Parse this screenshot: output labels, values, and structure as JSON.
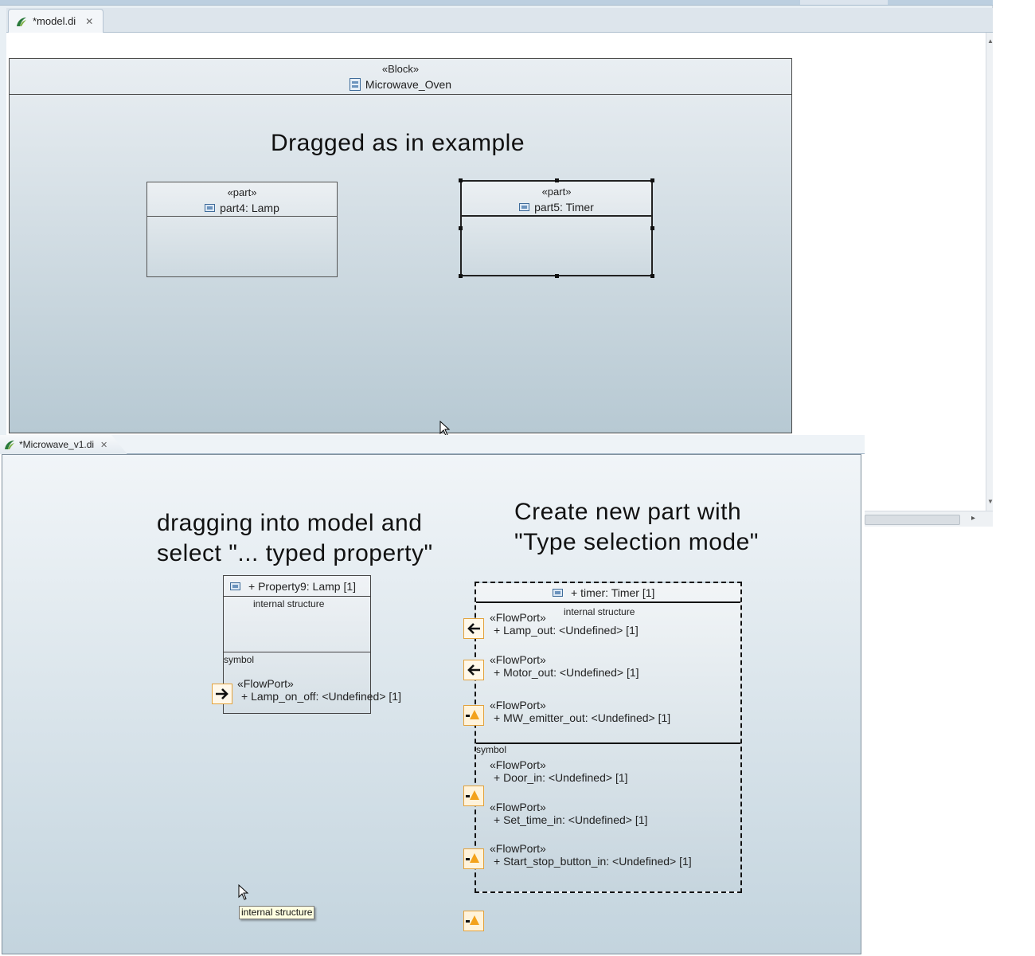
{
  "top_editor": {
    "tab_label": "*model.di",
    "block": {
      "stereotype": "«Block»",
      "name": "Microwave_Oven"
    },
    "annotation": "Dragged as in example",
    "parts": [
      {
        "stereotype": "«part»",
        "label": "part4: Lamp"
      },
      {
        "stereotype": "«part»",
        "label": "part5: Timer"
      }
    ]
  },
  "bottom_editor": {
    "tab_label": "*Microwave_v1.di",
    "annotation_left_line1": "dragging into model and",
    "annotation_left_line2": "select \"... typed property\"",
    "annotation_right_line1": "Create new part with",
    "annotation_right_line2": "\"Type selection mode\"",
    "lamp_property": {
      "title": "+ Property9: Lamp [1]",
      "compartment1": "internal structure",
      "compartment2": "symbol",
      "flowport_stereotype": "«FlowPort»",
      "flowport_name": "+ Lamp_on_off: <Undefined> [1]"
    },
    "timer_property": {
      "title": "+ timer: Timer [1]",
      "compartment1": "internal structure",
      "compartment2": "symbol",
      "flowports_internal": [
        {
          "stereotype": "«FlowPort»",
          "name": "+ Lamp_out: <Undefined> [1]",
          "direction": "out"
        },
        {
          "stereotype": "«FlowPort»",
          "name": "+ Motor_out: <Undefined> [1]",
          "direction": "out"
        },
        {
          "stereotype": "«FlowPort»",
          "name": "+ MW_emitter_out: <Undefined> [1]",
          "direction": "warning"
        }
      ],
      "flowports_symbol": [
        {
          "stereotype": "«FlowPort»",
          "name": "+ Door_in: <Undefined> [1]",
          "direction": "warning"
        },
        {
          "stereotype": "«FlowPort»",
          "name": "+ Set_time_in: <Undefined> [1]",
          "direction": "warning"
        },
        {
          "stereotype": "«FlowPort»",
          "name": "+ Start_stop_button_in: <Undefined> [1]",
          "direction": "warning"
        }
      ]
    },
    "tooltip": "internal structure"
  },
  "colors": {
    "port_border": "#e3a23b",
    "warning_triangle": "#f3a21c",
    "tab_bar": "#dde5ec"
  }
}
